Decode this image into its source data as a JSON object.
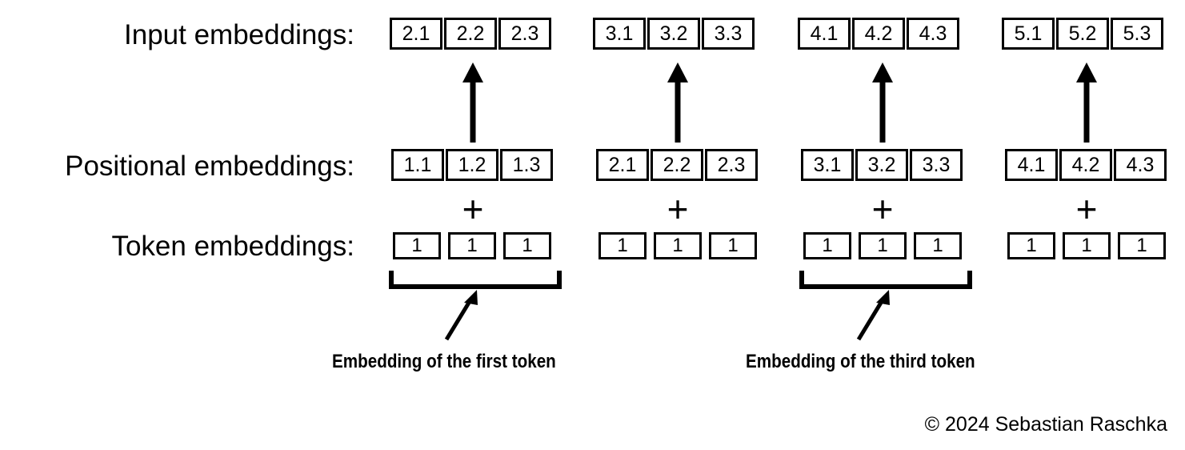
{
  "figure": {
    "background_color": "#ffffff",
    "ink_color": "#000000",
    "rows": [
      {
        "id": "input-embeddings",
        "label": "Input embeddings:",
        "groups": [
          {
            "id": "group-1",
            "values": [
              "2.1",
              "2.2",
              "2.3"
            ]
          },
          {
            "id": "group-2",
            "values": [
              "3.1",
              "3.2",
              "3.3"
            ]
          },
          {
            "id": "group-3",
            "values": [
              "4.1",
              "4.2",
              "4.3"
            ]
          },
          {
            "id": "group-4",
            "values": [
              "5.1",
              "5.2",
              "5.3"
            ]
          }
        ]
      },
      {
        "id": "positional-embeddings",
        "label": "Positional embeddings:",
        "groups": [
          {
            "id": "group-1",
            "values": [
              "1.1",
              "1.2",
              "1.3"
            ]
          },
          {
            "id": "group-2",
            "values": [
              "2.1",
              "2.2",
              "2.3"
            ]
          },
          {
            "id": "group-3",
            "values": [
              "3.1",
              "3.2",
              "3.3"
            ]
          },
          {
            "id": "group-4",
            "values": [
              "4.1",
              "4.2",
              "4.3"
            ]
          }
        ]
      },
      {
        "id": "token-embeddings",
        "label": "Token embeddings:",
        "groups": [
          {
            "id": "group-1",
            "values": [
              "1",
              "1",
              "1"
            ]
          },
          {
            "id": "group-2",
            "values": [
              "1",
              "1",
              "1"
            ]
          },
          {
            "id": "group-3",
            "values": [
              "1",
              "1",
              "1"
            ]
          },
          {
            "id": "group-4",
            "values": [
              "1",
              "1",
              "1"
            ]
          }
        ]
      }
    ],
    "operators": [
      {
        "id": "plus-1",
        "symbol": "+"
      },
      {
        "id": "plus-2",
        "symbol": "+"
      },
      {
        "id": "plus-3",
        "symbol": "+"
      },
      {
        "id": "plus-4",
        "symbol": "+"
      }
    ],
    "annotations": [
      {
        "id": "annotation-first-token",
        "text": "Embedding of the first token",
        "points_to_group": "group-1"
      },
      {
        "id": "annotation-third-token",
        "text": "Embedding of the third token",
        "points_to_group": "group-3"
      }
    ],
    "arrows": {
      "sum_arrow_count": 4,
      "callout_arrow_count": 2,
      "bracket_count": 2
    }
  },
  "credit": {
    "text": "© 2024 Sebastian Raschka"
  }
}
